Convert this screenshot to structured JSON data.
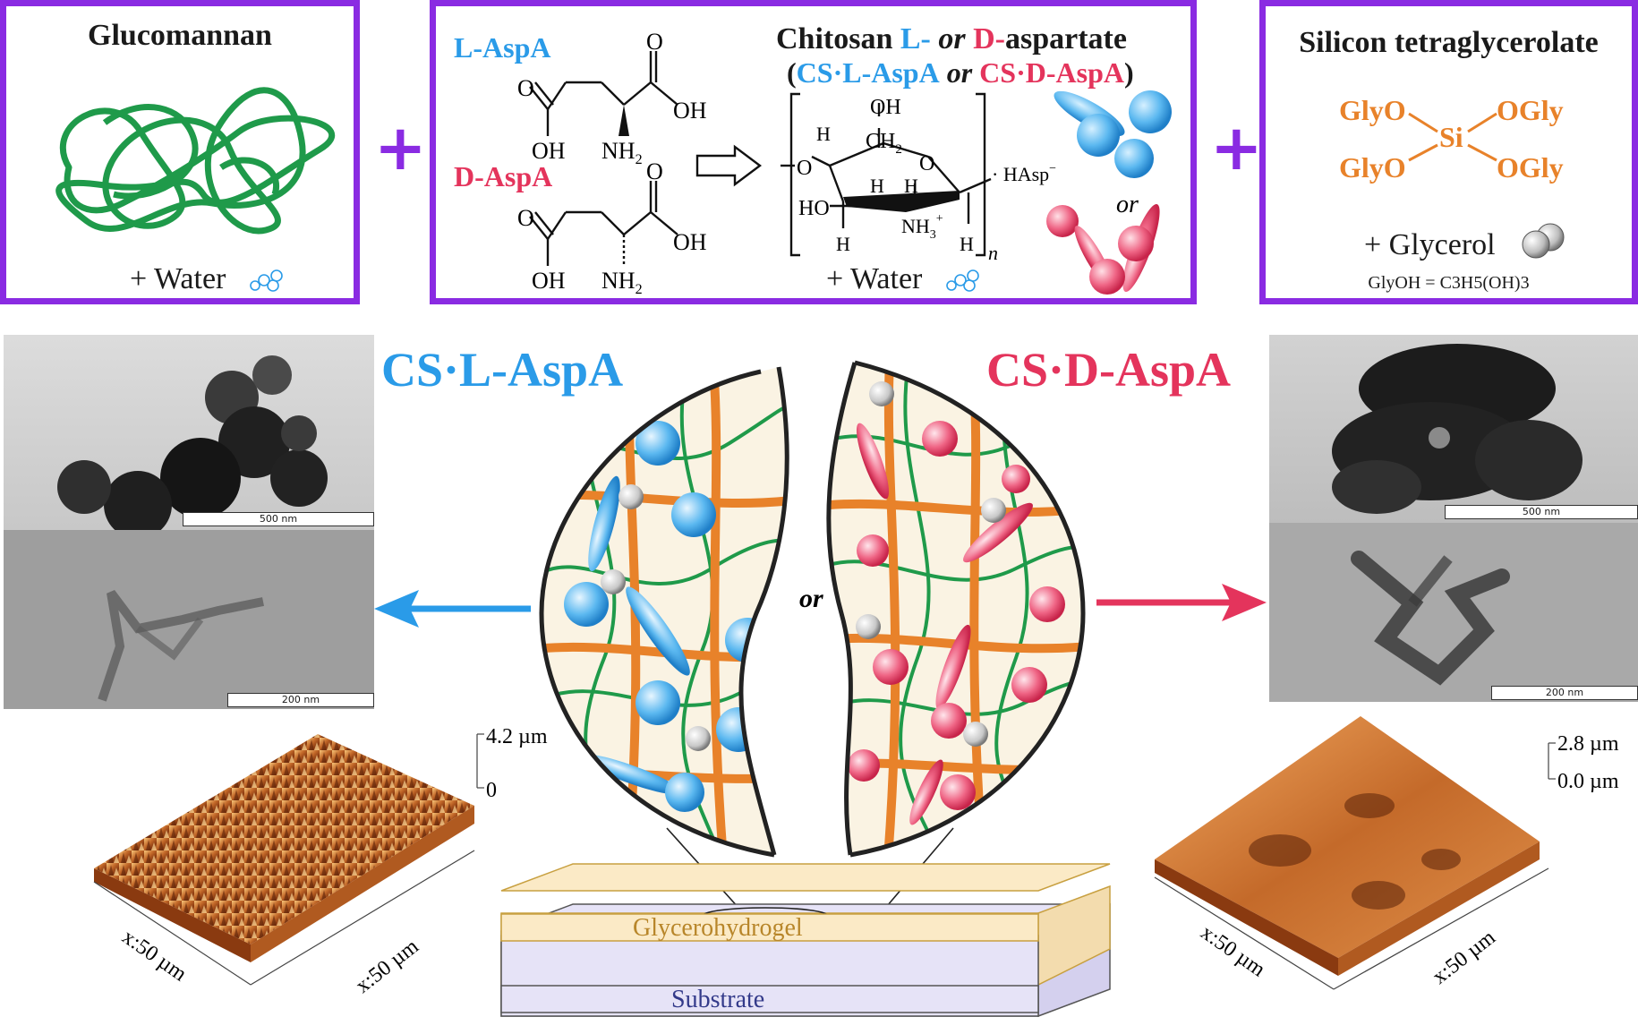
{
  "glucomannan": {
    "title": "Glucomannan",
    "water": "+ Water"
  },
  "chitosan": {
    "l_label": "L-AspA",
    "d_label": "D-AspA",
    "title_pre": "Chitosan ",
    "title_l": "L-",
    "title_or": " or ",
    "title_d": "D-",
    "title_post": "aspartate",
    "sub_open": "(",
    "sub_l": "CS·L-AspA",
    "sub_or": " or ",
    "sub_d": "CS·D-AspA",
    "sub_close": ")",
    "water": "+ Water",
    "or_text": "or",
    "hasp": "· HAsp",
    "acid_o1": "O",
    "acid_oh_left": "OH",
    "acid_oh_right": "OH",
    "acid_nh2": "NH",
    "ring_oh": "OH",
    "ring_ch2": "CH",
    "ring_h": "H",
    "ring_o": "O",
    "ring_ho": "HO",
    "ring_nh3": "NH",
    "ring_n": "n"
  },
  "silicon": {
    "title": "Silicon tetraglycerolate",
    "glyo": "GlyO",
    "ogly": "OGly",
    "si": "Si",
    "glycerol": "+ Glycerol",
    "formula": "GlyOH = C3H5(OH)3"
  },
  "center": {
    "cs_l": "CS·L-AspA",
    "cs_d": "CS·D-AspA",
    "or_text": "or",
    "glycerohydrogel": "Glycerohydrogel",
    "substrate": "Substrate"
  },
  "tem": {
    "left_top_scale": "500 nm",
    "left_bottom_scale": "200 nm",
    "right_top_scale": "500 nm",
    "right_bottom_scale": "200 nm"
  },
  "afm": {
    "left_z_max": "4.2 µm",
    "left_z_min": "0",
    "left_x": "x:50 µm",
    "left_y": "x:50 µm",
    "right_z_max": "2.8 µm",
    "right_z_min": "0.0 µm",
    "right_x": "x:50 µm",
    "right_y": "x:50 µm"
  },
  "colors": {
    "frame": "#8a2be2",
    "blue": "#2a9be8",
    "red": "#e4345c",
    "orange": "#e8822a",
    "green": "#1f9a4a"
  }
}
